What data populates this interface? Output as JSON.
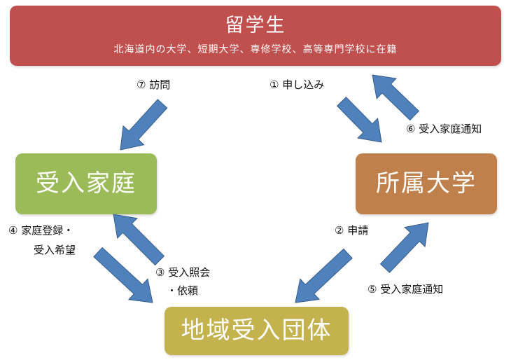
{
  "colors": {
    "student": "#c0504d",
    "host": "#9bbb59",
    "univ": "#c0804b",
    "org": "#c3b24e",
    "arrow_fill": "#4f81bd",
    "arrow_stroke": "#385d8a"
  },
  "nodes": {
    "student": {
      "title": "留学生",
      "subtitle": "北海道内の大学、短期大学、専修学校、高等専門学校に在籍"
    },
    "host": {
      "title": "受入家庭"
    },
    "univ": {
      "title": "所属大学"
    },
    "org": {
      "title": "地域受入団体"
    }
  },
  "edges": [
    {
      "id": "e1",
      "from": "student",
      "to": "univ",
      "label": "① 申し込み"
    },
    {
      "id": "e6",
      "from": "univ",
      "to": "student",
      "label": "⑥ 受入家庭通知"
    },
    {
      "id": "e7",
      "from": "student",
      "to": "host",
      "label": "⑦ 訪問"
    },
    {
      "id": "e2",
      "from": "univ",
      "to": "org",
      "label": "② 申請"
    },
    {
      "id": "e5",
      "from": "org",
      "to": "univ",
      "label": "⑤ 受入家庭通知"
    },
    {
      "id": "e3",
      "from": "org",
      "to": "host",
      "label_lines": [
        "③ 受入照会",
        "・依頼"
      ]
    },
    {
      "id": "e4",
      "from": "host",
      "to": "org",
      "label_lines": [
        "④ 家庭登録・",
        "受入希望"
      ]
    }
  ]
}
